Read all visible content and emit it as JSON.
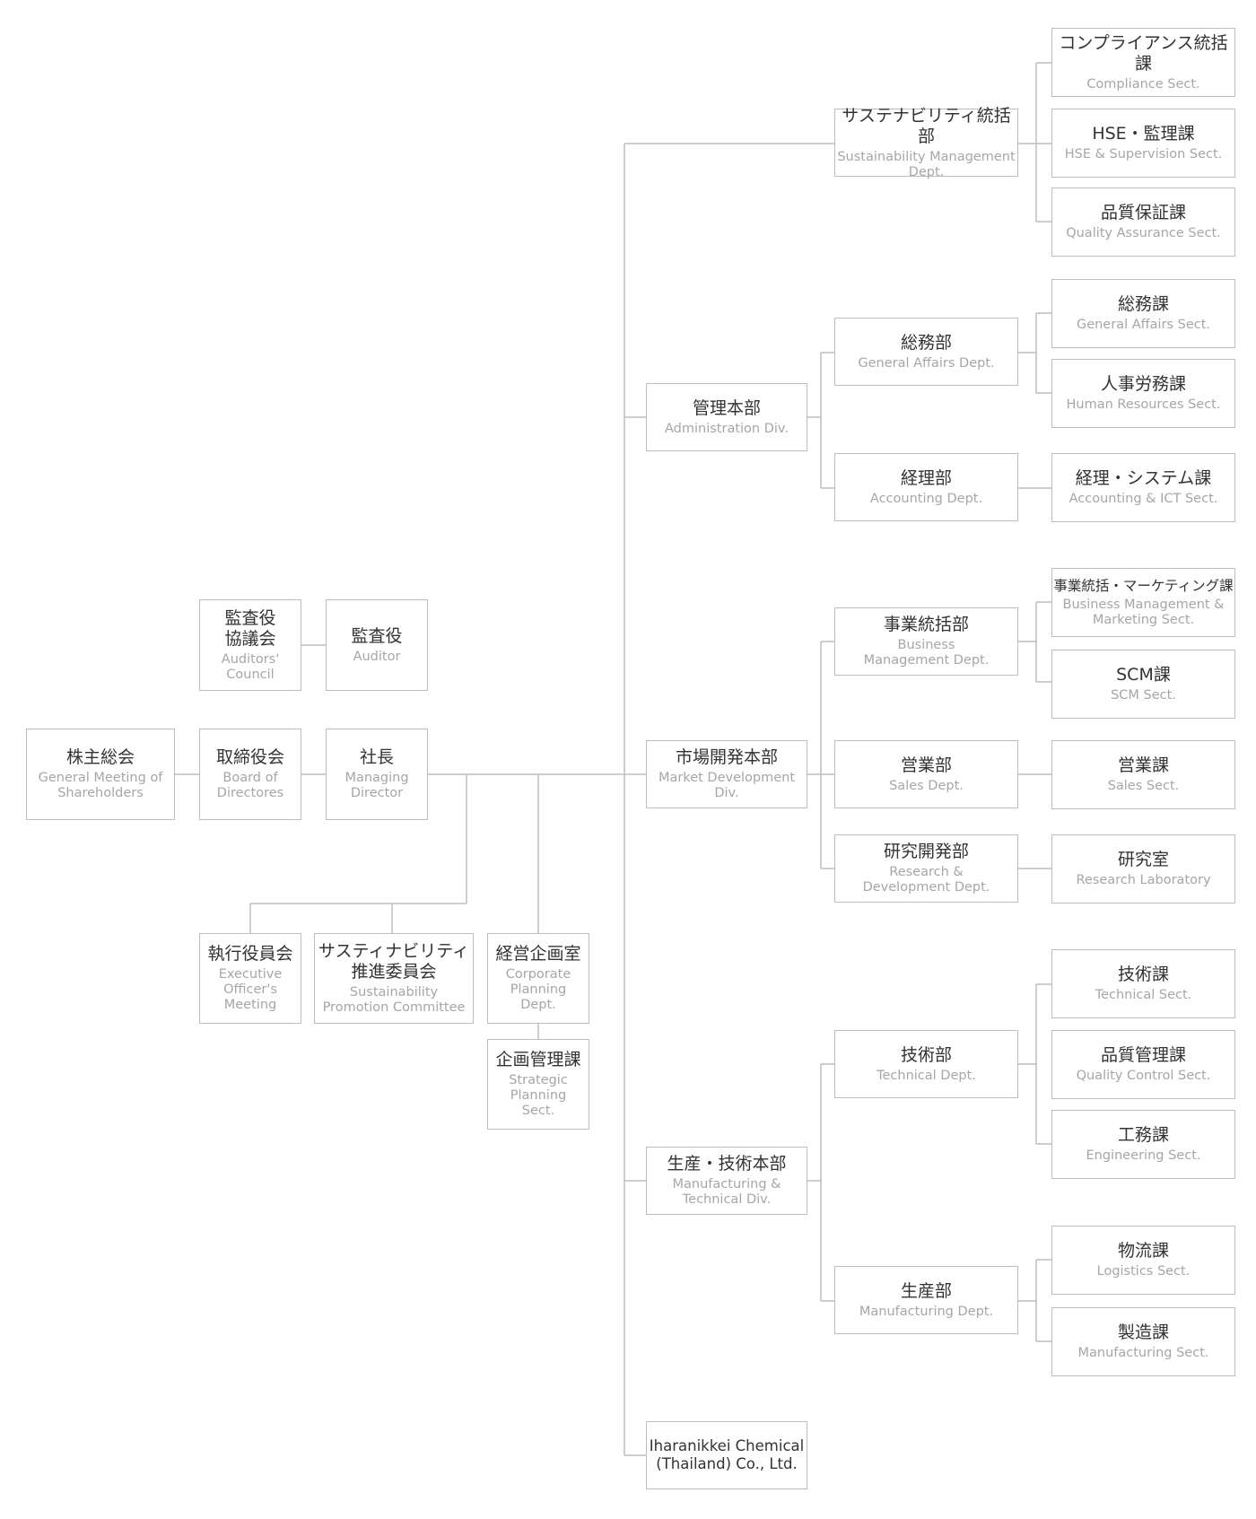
{
  "nodes": {
    "shareholders": {
      "jp": "株主総会",
      "en": "General  Meeting of\nShareholders"
    },
    "board": {
      "jp": "取締役会",
      "en": "Board of\nDirectores"
    },
    "president": {
      "jp": "社長",
      "en": "Managing\nDirector"
    },
    "auditors_council": {
      "jp": "監査役\n協議会",
      "en": "Auditors'\nCouncil"
    },
    "auditor": {
      "jp": "監査役",
      "en": "Auditor"
    },
    "exec_meeting": {
      "jp": "執行役員会",
      "en": "Executive\nOfficer's\nMeeting"
    },
    "sust_committee": {
      "jp": "サスティナビリティ\n推進委員会",
      "en": "Sustainability\nPromotion Committee"
    },
    "corp_planning": {
      "jp": "経営企画室",
      "en": "Corporate\nPlanning\nDept."
    },
    "strategic_planning": {
      "jp": "企画管理課",
      "en": "Strategic\nPlanning\nSect."
    },
    "sust_mgmt": {
      "jp": "サステナビリティ統括部",
      "en": "Sustainability Management\nDept."
    },
    "compliance": {
      "jp": "コンプライアンス統括課",
      "en": "Compliance Sect."
    },
    "hse": {
      "jp": "HSE・監理課",
      "en": "HSE & Supervision Sect."
    },
    "qa": {
      "jp": "品質保証課",
      "en": "Quality Assurance Sect."
    },
    "admin_div": {
      "jp": "管理本部",
      "en": "Administration Div."
    },
    "ga_dept": {
      "jp": "総務部",
      "en": "General Affairs Dept."
    },
    "ga_sect": {
      "jp": "総務課",
      "en": "General Affairs Sect."
    },
    "hr_sect": {
      "jp": "人事労務課",
      "en": "Human Resources Sect."
    },
    "acc_dept": {
      "jp": "経理部",
      "en": "Accounting Dept."
    },
    "acc_sect": {
      "jp": "経理・システム課",
      "en": "Accounting & ICT Sect."
    },
    "market_div": {
      "jp": "市場開発本部",
      "en": "Market Development\nDiv."
    },
    "bm_dept": {
      "jp": "事業統括部",
      "en": "Business\nManagement Dept."
    },
    "bm_sect": {
      "jp": "事業統括・マーケティング課",
      "en": "Business Management &\nMarketing Sect."
    },
    "scm": {
      "jp": "SCM課",
      "en": "SCM Sect."
    },
    "sales_dept": {
      "jp": "営業部",
      "en": "Sales Dept."
    },
    "sales_sect": {
      "jp": "営業課",
      "en": "Sales Sect."
    },
    "rd_dept": {
      "jp": "研究開発部",
      "en": "Research &\nDevelopment Dept."
    },
    "lab": {
      "jp": "研究室",
      "en": "Research Laboratory"
    },
    "mfg_div": {
      "jp": "生産・技術本部",
      "en": "Manufacturing &\nTechnical  Div."
    },
    "tech_dept": {
      "jp": "技術部",
      "en": "Technical Dept."
    },
    "tech_sect": {
      "jp": "技術課",
      "en": "Technical Sect."
    },
    "qc_sect": {
      "jp": "品質管理課",
      "en": "Quality Control Sect."
    },
    "eng_sect": {
      "jp": "工務課",
      "en": "Engineering Sect."
    },
    "prod_dept": {
      "jp": "生産部",
      "en": "Manufacturing Dept."
    },
    "logistics": {
      "jp": "物流課",
      "en": "Logistics Sect."
    },
    "mfg_sect": {
      "jp": "製造課",
      "en": "Manufacturing Sect."
    },
    "thailand": {
      "jp": "Iharanikkei Chemical\n(Thailand) Co., Ltd.",
      "en": ""
    }
  },
  "colors": {
    "border": "#bdbdbd",
    "line": "#bdbdbd",
    "jp_text": "#333333",
    "en_text": "#a6a6a6"
  }
}
